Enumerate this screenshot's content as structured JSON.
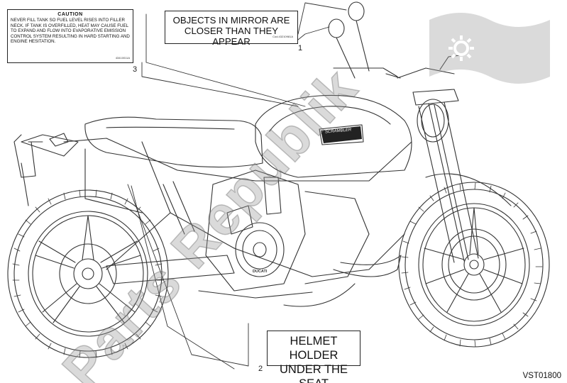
{
  "labels": {
    "caution": {
      "title": "CAUTION",
      "body": "NEVER FILL TANK SO FUEL LEVEL RISES INTO FILLER NECK. IF TANK IS OVERFILLED, HEAT MAY CAUSE FUEL TO EXPAND AND FLOW INTO EVAPORATIVE EMISSION CONTROL SYSTEM RESULTING IN HARD STARTING AND ENGINE HESITATION.",
      "code": "43410011A",
      "callout": "3"
    },
    "mirror": {
      "line1": "OBJECTS IN MIRROR ARE",
      "line2": "CLOSER THAN THEY APPEAR",
      "code": "Cod.43210981A",
      "callout": "1"
    },
    "helmet": {
      "line1": "HELMET HOLDER",
      "line2": "UNDER THE SEAT",
      "callout": "2"
    }
  },
  "tank_badge": "SCRAMBLER",
  "engine_badge": "DUCATI",
  "watermark": "Parts Republik",
  "watermark_icon": "gear-icon",
  "reference_code": "VST01800"
}
